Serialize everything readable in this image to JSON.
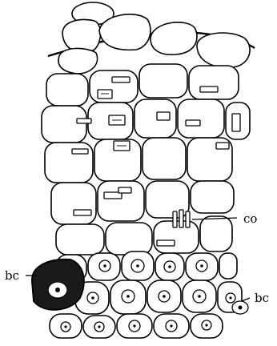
{
  "labels": {
    "co": "co",
    "bc_left": "bc",
    "bc_right": "bc"
  },
  "colors": {
    "ink": "#000000",
    "paper": "#ffffff"
  }
}
